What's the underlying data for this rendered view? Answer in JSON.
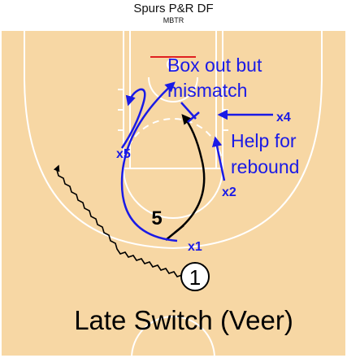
{
  "header": {
    "title": "Spurs P&R DF",
    "subtitle": "MBTR"
  },
  "annotations": {
    "box_out_line1": "Box out but",
    "box_out_line2": "mismatch",
    "help_line1": "Help for",
    "help_line2": "rebound",
    "caption": "Late Switch (Veer)"
  },
  "players": {
    "defender_x4": "x4",
    "defender_x5": "x5",
    "defender_x2": "x2",
    "defender_x1": "x1",
    "offense_5": "5",
    "offense_1": "1"
  },
  "colors": {
    "court_bg": "#f7d7a4",
    "court_lines": "#ffffff",
    "defense": "#1a1ae6",
    "offense": "#000000",
    "rim": "#e02020"
  }
}
